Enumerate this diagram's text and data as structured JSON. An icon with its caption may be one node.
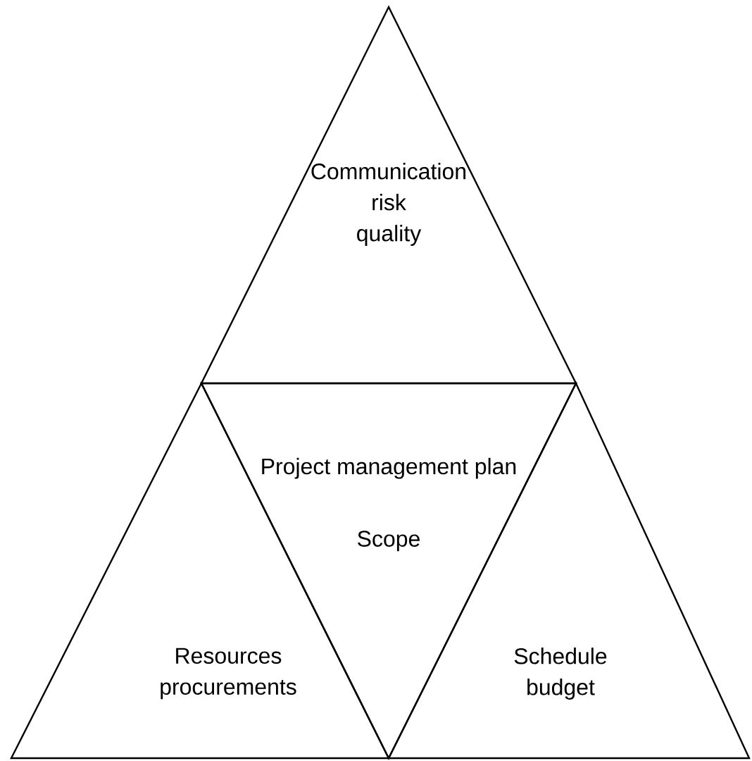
{
  "diagram": {
    "nodes": [
      {
        "text": [
          "Communication",
          "risk",
          "quality"
        ]
      },
      {
        "text": [
          "Project management plan",
          "Scope"
        ]
      },
      {
        "text": [
          "Resources",
          "procurements"
        ]
      },
      {
        "text": [
          "Schedule",
          "budget"
        ]
      }
    ]
  }
}
